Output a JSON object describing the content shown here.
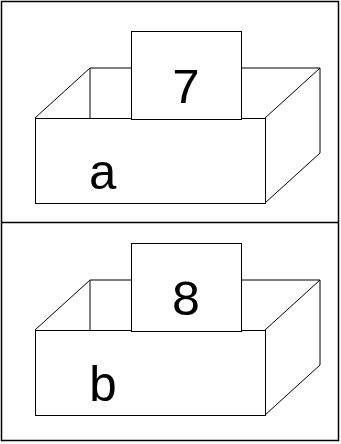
{
  "diagram": {
    "nodes": [
      {
        "text": [
          "a"
        ]
      },
      {
        "text": [
          "7"
        ],
        "in": 0
      },
      {
        "text": [
          "b"
        ]
      },
      {
        "text": [
          "8"
        ],
        "in": 2
      }
    ]
  }
}
